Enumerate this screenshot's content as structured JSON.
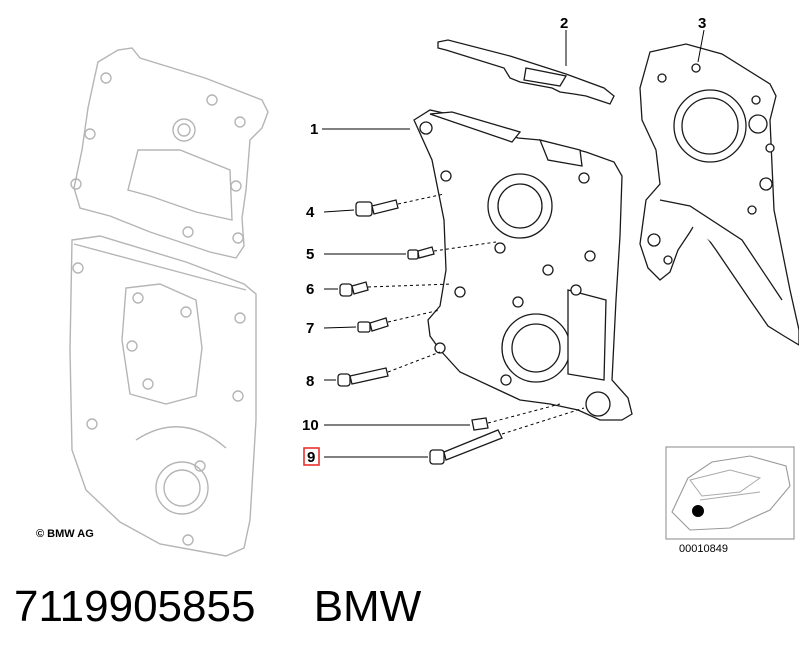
{
  "diagram": {
    "callouts": [
      "1",
      "2",
      "3",
      "4",
      "5",
      "6",
      "7",
      "8",
      "10",
      "9"
    ],
    "highlighted_callout": "9",
    "highlight_color": "#e8322f",
    "copyright": "© BMW AG",
    "inset_reference": "00010849"
  },
  "footer": {
    "part_number": "7119905855",
    "brand": "BMW"
  }
}
